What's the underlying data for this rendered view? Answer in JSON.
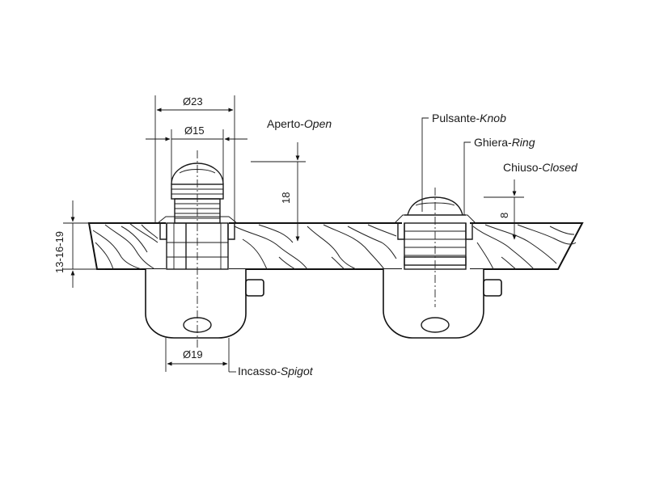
{
  "dimensions": {
    "d23": "Ø23",
    "d15": "Ø15",
    "d19": "Ø19",
    "thickness": "13-16-19",
    "travel_open": "18",
    "travel_closed": "8"
  },
  "labels": {
    "open_it": "Aperto-",
    "open_en": "Open",
    "knob_it": "Pulsante-",
    "knob_en": "Knob",
    "ring_it": "Ghiera-",
    "ring_en": "Ring",
    "closed_it": "Chiuso-",
    "closed_en": "Closed",
    "spigot_it": "Incasso-",
    "spigot_en": "Spigot"
  }
}
